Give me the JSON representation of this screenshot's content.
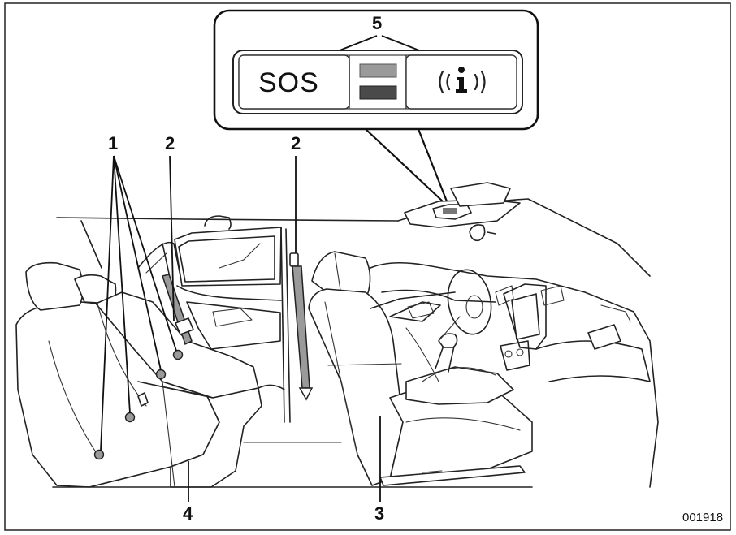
{
  "callouts": {
    "c1": "1",
    "c2a": "2",
    "c2b": "2",
    "c3": "3",
    "c4": "4",
    "c5": "5"
  },
  "panel": {
    "sos_label": "SOS",
    "info_icon": "info-call-icon",
    "indicator_top_color": "#9a9a9a",
    "indicator_bottom_color": "#4a4a4a"
  },
  "figure_code": "001918"
}
